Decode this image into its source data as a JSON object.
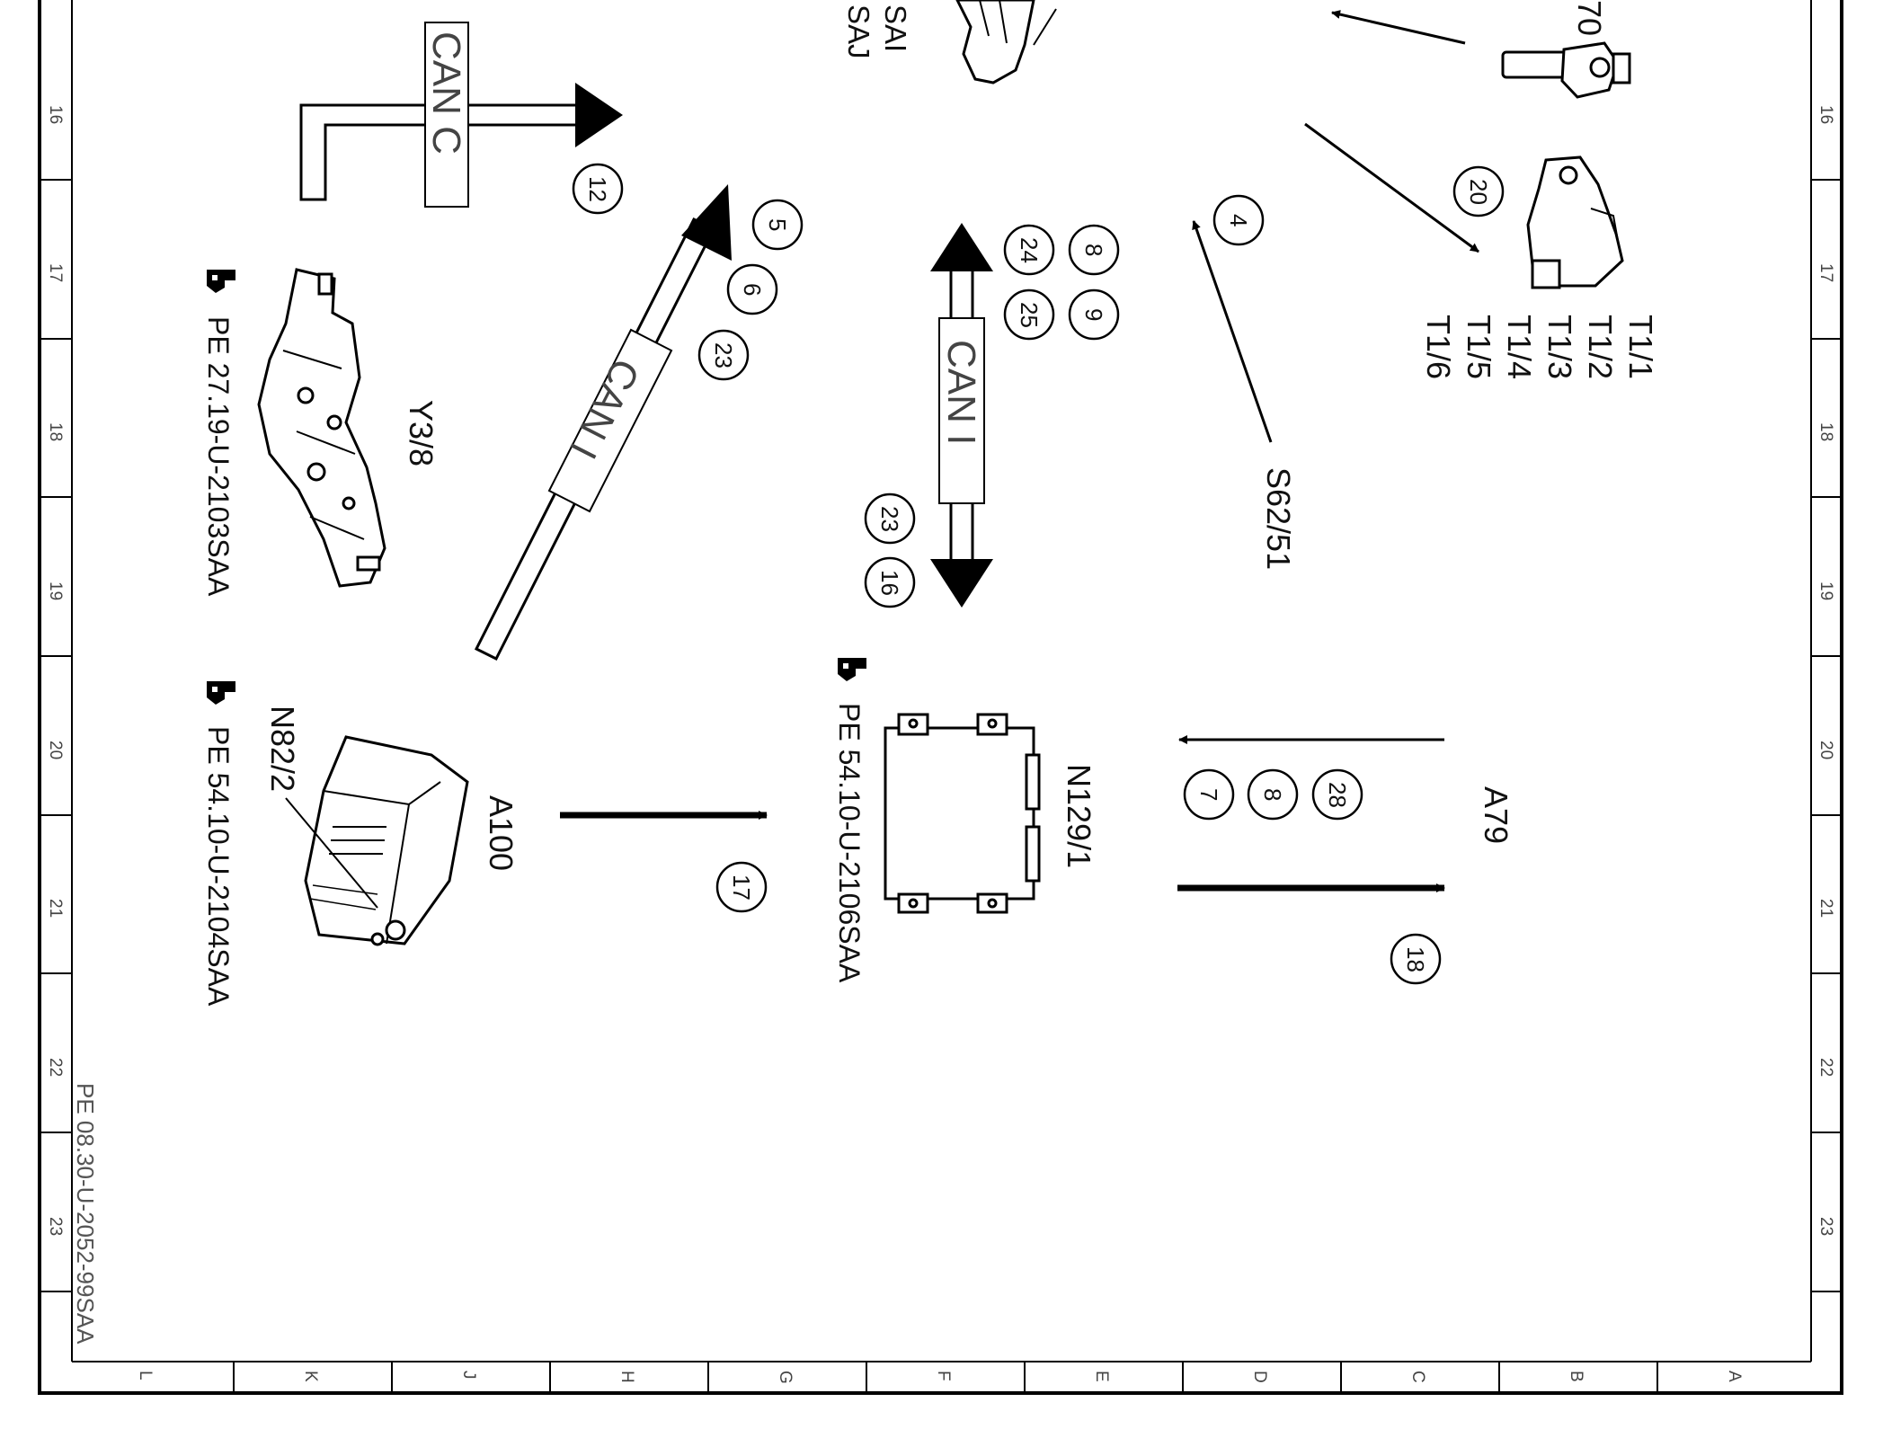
{
  "frame": {
    "top_scale": [
      "16",
      "17",
      "18",
      "19",
      "20",
      "21",
      "22",
      "23"
    ],
    "bottom_scale": [
      "16",
      "17",
      "18",
      "19",
      "20",
      "21",
      "22",
      "23"
    ],
    "right_scale": [
      "L",
      "K",
      "J",
      "H",
      "G",
      "F",
      "E",
      "D",
      "C",
      "B",
      "A"
    ]
  },
  "footer": {
    "code": "PE 08.30-U-2052-99SAA"
  },
  "components": {
    "sai": "SAI",
    "saj": "SAJ",
    "y3_8": "Y3/8",
    "a100": "A100",
    "n82_2": "N82/2",
    "n129_1": "N129/1",
    "a79": "A79",
    "s62_51": "S62/51",
    "c70": "70",
    "t1_1": "T1/1",
    "t1_2": "T1/2",
    "t1_3": "T1/3",
    "t1_4": "T1/4",
    "t1_5": "T1/5",
    "t1_6": "T1/6"
  },
  "references": {
    "ref_y3_8": "PE 27.19-U-2103SAA",
    "ref_a100": "PE 54.10-U-2104SAA",
    "ref_n129_1": "PE 54.10-U-2106SAA"
  },
  "buses": {
    "can_c": "CAN C",
    "can_i_diag": "CAN I",
    "can_i_vert": "CAN I"
  },
  "callouts": {
    "n12": "12",
    "n5": "5",
    "n6": "6",
    "n23a": "23",
    "n8a": "8",
    "n9": "9",
    "n24": "24",
    "n25": "25",
    "n23b": "23",
    "n16": "16",
    "n4": "4",
    "n20": "20",
    "n17": "17",
    "n28": "28",
    "n8b": "8",
    "n7": "7",
    "n18": "18"
  },
  "icons": {
    "reference_marker": "pointing-hand-book-icon"
  }
}
